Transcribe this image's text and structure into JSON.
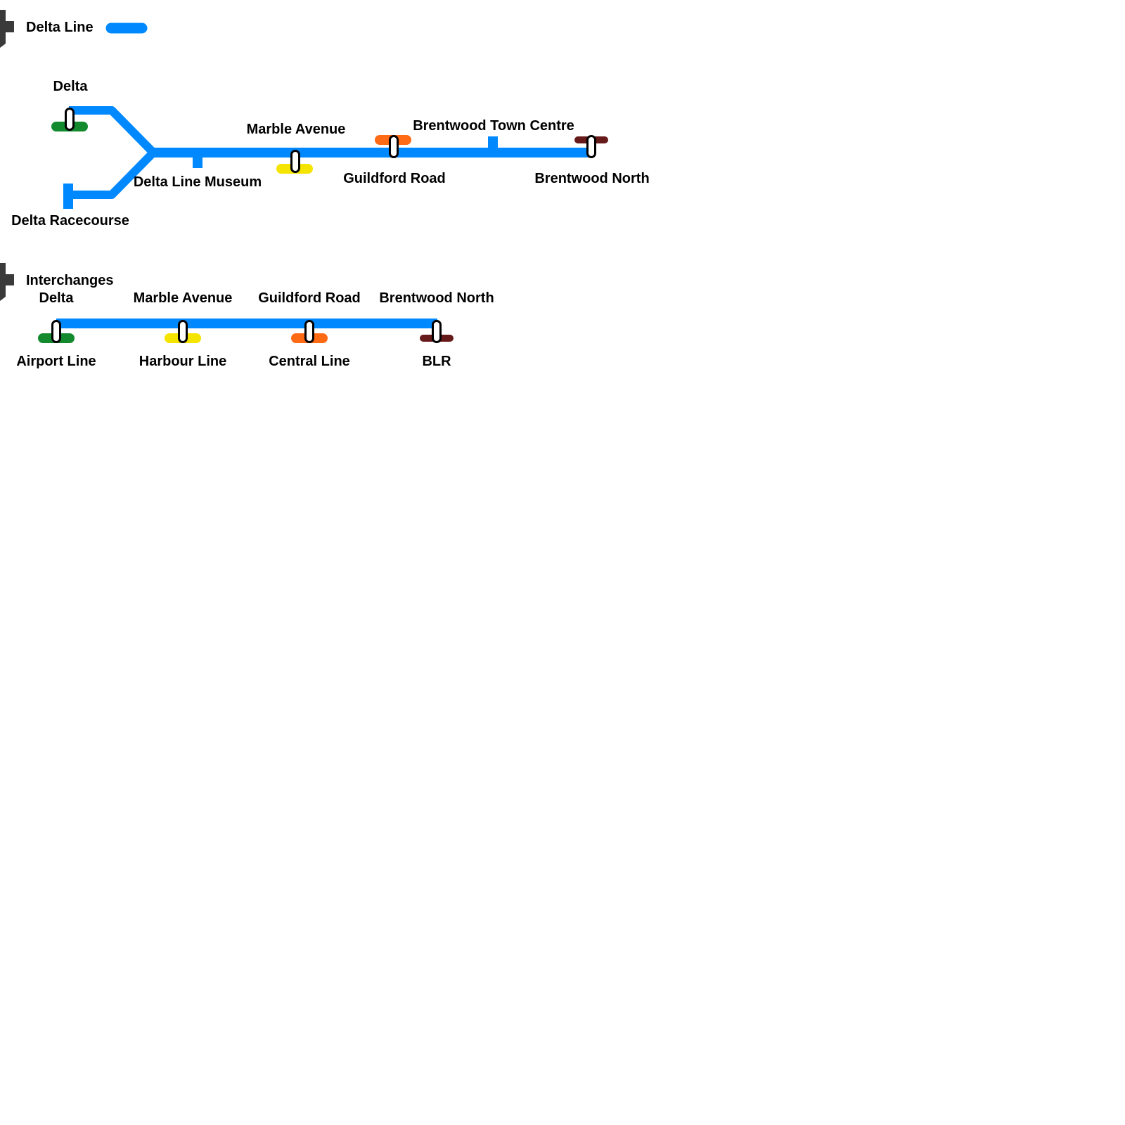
{
  "colors": {
    "line": "#0088ff",
    "airport": "#138a2e",
    "harbour": "#f5e300",
    "central": "#ff6a14",
    "blr": "#661a1a",
    "node_fill": "#ffffff",
    "node_stroke": "#000000",
    "badge": "#3a3a3a"
  },
  "line_legend": {
    "title": "Delta Line",
    "icon": "line-badge-icon",
    "swatch_color": "#0088ff"
  },
  "route_map": {
    "stations": {
      "delta": "Delta",
      "delta_racecourse": "Delta Racecourse",
      "delta_line_museum": "Delta Line Museum",
      "marble_avenue": "Marble Avenue",
      "guildford_road": "Guildford Road",
      "brentwood_town_centre": "Brentwood Town Centre",
      "brentwood_north": "Brentwood North"
    }
  },
  "interchanges": {
    "title": "Interchanges",
    "icon": "line-badge-icon",
    "items": [
      {
        "station": "Delta",
        "connection": "Airport Line",
        "color": "#138a2e"
      },
      {
        "station": "Marble Avenue",
        "connection": "Harbour Line",
        "color": "#f5e300"
      },
      {
        "station": "Guildford Road",
        "connection": "Central Line",
        "color": "#ff6a14"
      },
      {
        "station": "Brentwood North",
        "connection": "BLR",
        "color": "#661a1a"
      }
    ]
  }
}
